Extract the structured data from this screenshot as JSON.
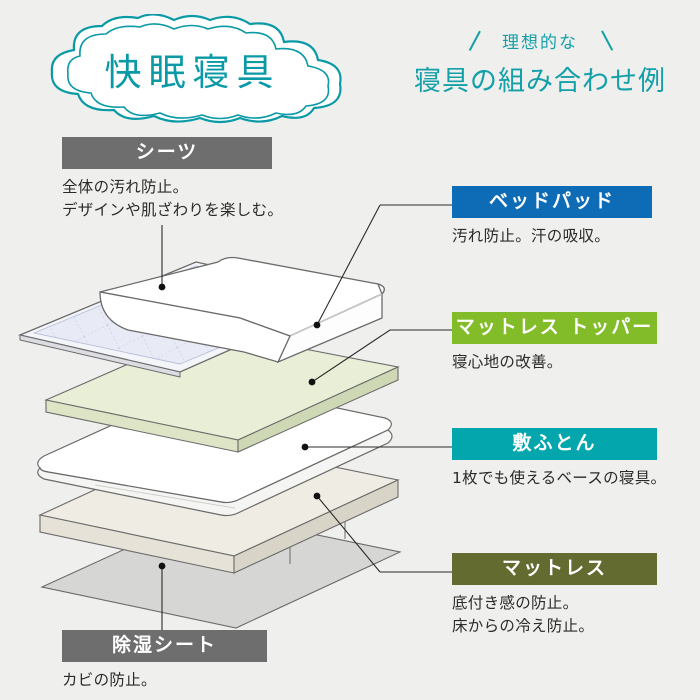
{
  "page": {
    "background_color": "#efefed",
    "title_banner": {
      "text": "快眠寝具",
      "shape": "cloud-outline",
      "color": "#0a9aa6"
    },
    "heading": {
      "sub": "理想的な",
      "main": "寝具の組み合わせ例",
      "color": "#14a0a8"
    }
  },
  "layers": [
    {
      "key": "sheet",
      "label": "シーツ",
      "description": "全体の汚れ防止。\nデザインや肌ざわりを楽しむ。",
      "chip_color": "#6e6e6e",
      "side": "left"
    },
    {
      "key": "bed_pad",
      "label": "ベッドパッド",
      "description": "汚れ防止。汗の吸収。",
      "chip_color": "#0d6cb5",
      "side": "right"
    },
    {
      "key": "mattress_topper",
      "label": "マットレス トッパー",
      "description": "寝心地の改善。",
      "chip_color": "#82bc28",
      "side": "right"
    },
    {
      "key": "futon",
      "label": "敷ふとん",
      "description": "1枚でも使えるベースの寝具。",
      "chip_color": "#03a6ad",
      "side": "right"
    },
    {
      "key": "mattress",
      "label": "マットレス",
      "description": "底付き感の防止。\n床からの冷え防止。",
      "chip_color": "#646b30",
      "side": "right"
    },
    {
      "key": "dehumidifier_sheet",
      "label": "除湿シート",
      "description": "カビの防止。",
      "chip_color": "#6e6e6e",
      "side": "left"
    }
  ],
  "illustration": {
    "type": "exploded-bedding-stack",
    "layer_fills": {
      "sheet": "#ffffff",
      "bed_pad": "#e8ebf5",
      "mattress_topper": "#e8efd6",
      "futon": "#ffffff",
      "mattress": "#efece4",
      "dehumidifier_sheet": "#d6d6d4"
    },
    "outline_color": "#5a5a5a",
    "leader_dot_color": "#111111"
  }
}
